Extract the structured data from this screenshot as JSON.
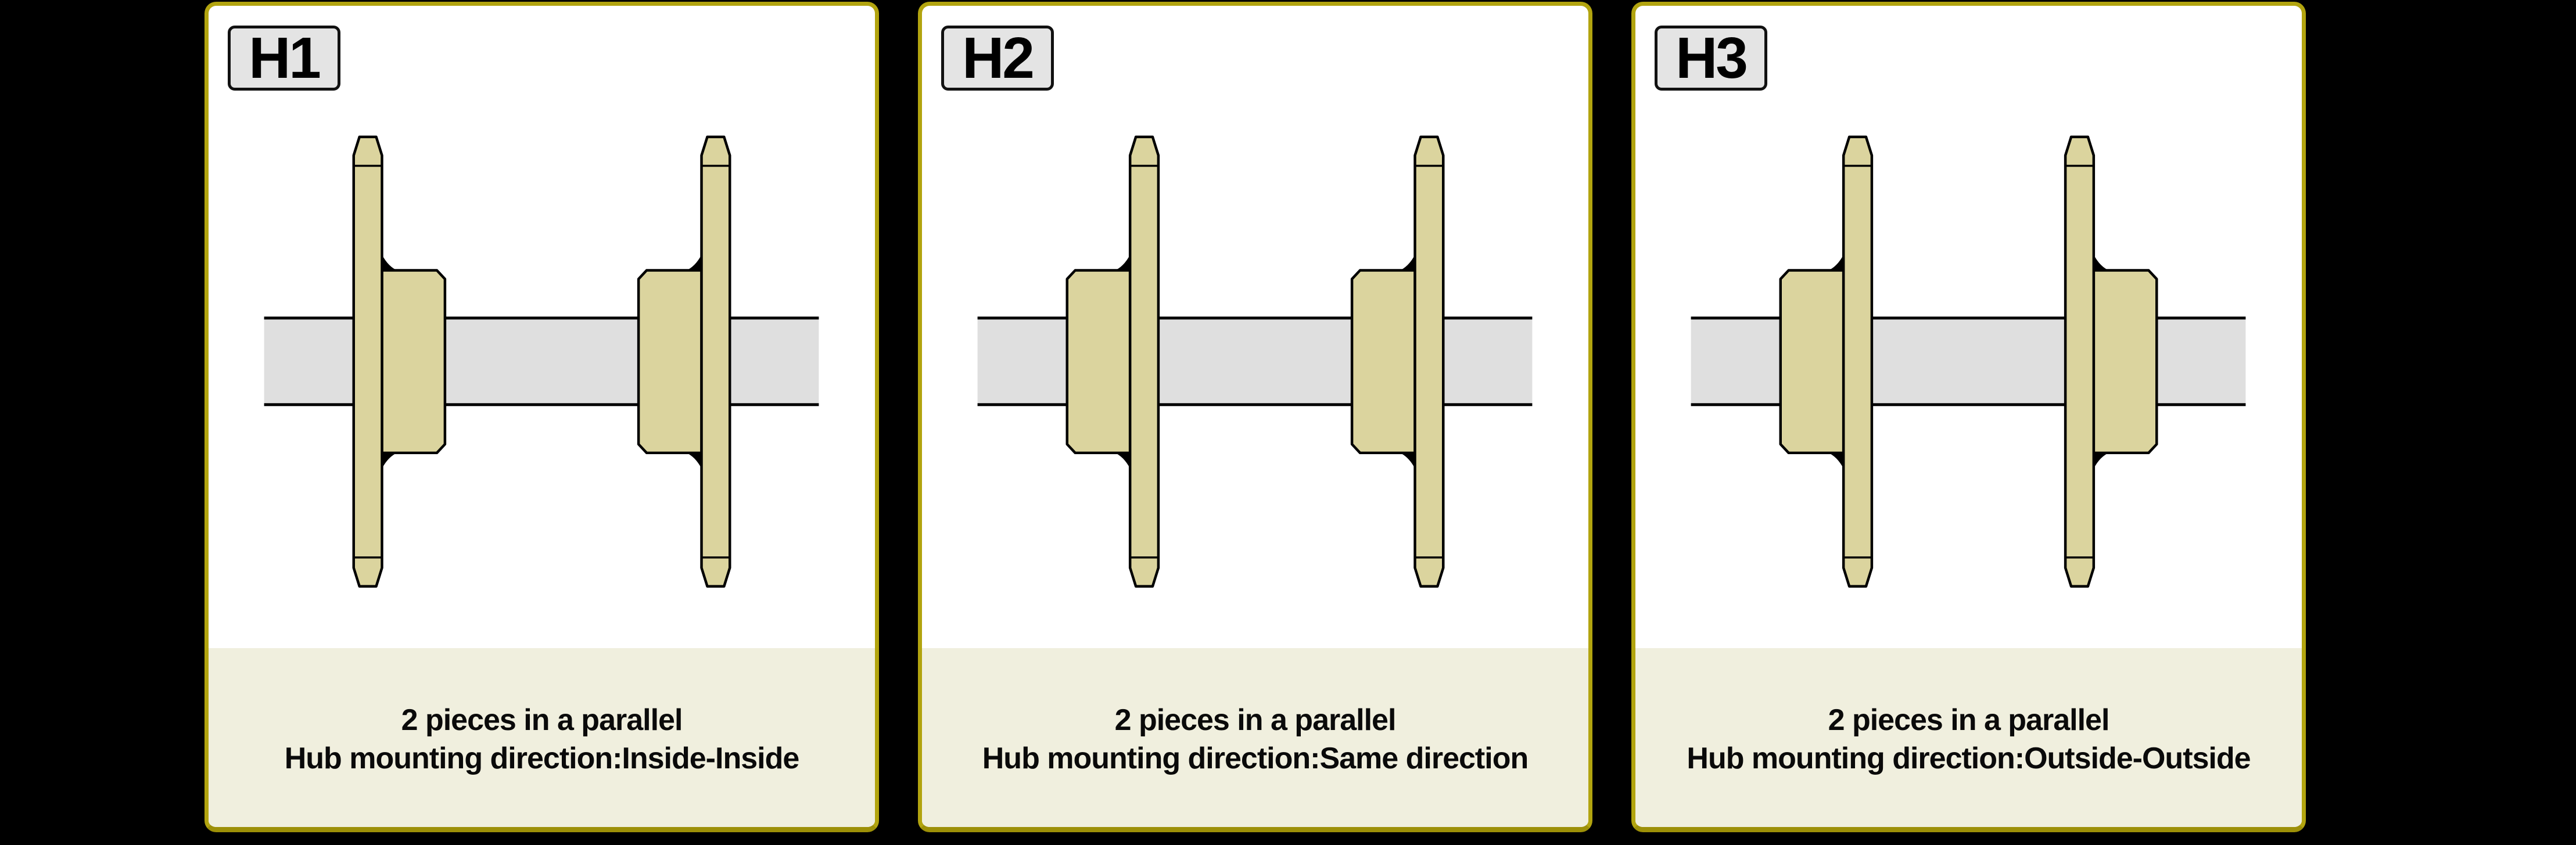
{
  "page": {
    "background_color": "#000000",
    "description": "Sprocket hub mounting direction diagram, three configurations H1 H2 H3"
  },
  "colors": {
    "card_border": "#b2a40f",
    "card_border_bottom": "#9d9008",
    "card_background": "#ffffff",
    "caption_background": "#f0efde",
    "badge_background": "#e4e4e4",
    "metal_fill": "#dbd49e",
    "shaft_fill": "#dfdfdf",
    "outline": "#000000",
    "text": "#0a0a0a"
  },
  "panels": [
    {
      "badge": "H1",
      "caption_line1": "2 pieces in a parallel",
      "caption_line2": "Hub mounting direction:Inside-Inside",
      "left_hub": "right",
      "right_hub": "left"
    },
    {
      "badge": "H2",
      "caption_line1": "2 pieces in a parallel",
      "caption_line2": "Hub mounting direction:Same direction",
      "left_hub": "left",
      "right_hub": "left"
    },
    {
      "badge": "H3",
      "caption_line1": "2 pieces in a parallel",
      "caption_line2": "Hub mounting direction:Outside-Outside",
      "left_hub": "left",
      "right_hub": "right"
    }
  ]
}
